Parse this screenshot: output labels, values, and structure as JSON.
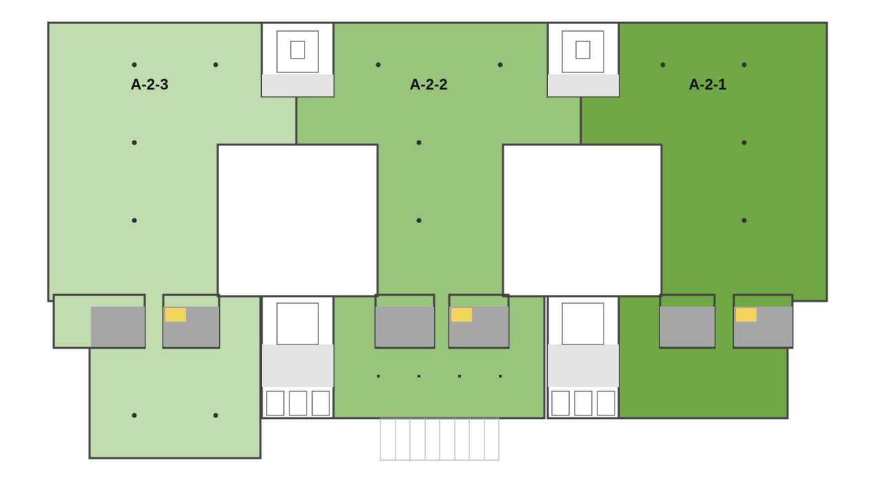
{
  "plan": {
    "units": [
      {
        "id": "A-2-3",
        "label": "A-2-3",
        "color": "#c1ddb0"
      },
      {
        "id": "A-2-2",
        "label": "A-2-2",
        "color": "#98c57b"
      },
      {
        "id": "A-2-1",
        "label": "A-2-1",
        "color": "#6fa845"
      }
    ],
    "colors": {
      "core": "#e3e3e3",
      "toilet": "#a6a6a6",
      "highlight": "#f2d35c",
      "wall": "#444444"
    }
  }
}
